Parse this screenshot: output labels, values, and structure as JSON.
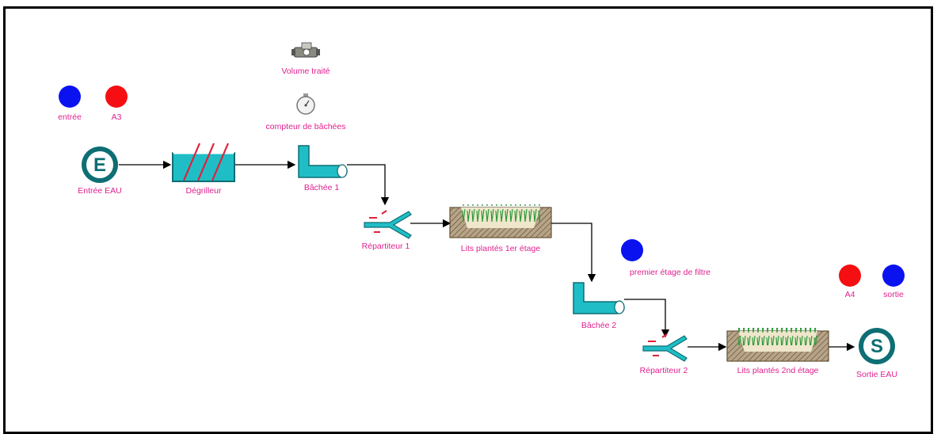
{
  "colors": {
    "label": "#e0208f",
    "indicator_blue": "#0a12f0",
    "indicator_red": "#f50f12",
    "equipment_teal": "#1fbec6",
    "equipment_dark": "#0d6e74",
    "soil": "#7a5a2a",
    "connector": "#000000"
  },
  "indicators": {
    "entree": "entrée",
    "a3": "A3",
    "premier_etage": "premier étage de filtre",
    "a4": "A4",
    "sortie": "sortie"
  },
  "counters": {
    "volume": "Volume traité",
    "bachees": "compteur de bâchées"
  },
  "nodes": {
    "entree_eau": {
      "label": "Entrée EAU",
      "letter": "E"
    },
    "degrilleur": {
      "label": "Dégrilleur"
    },
    "bachee1": {
      "label": "Bâchée 1"
    },
    "repartiteur1": {
      "label": "Répartiteur 1"
    },
    "lits1": {
      "label": "Lits plantés 1er étage"
    },
    "bachee2": {
      "label": "Bâchée 2"
    },
    "repartiteur2": {
      "label": "Répartiteur 2"
    },
    "lits2": {
      "label": "Lits plantés 2nd étage"
    },
    "sortie_eau": {
      "label": "Sortie EAU",
      "letter": "S"
    }
  }
}
